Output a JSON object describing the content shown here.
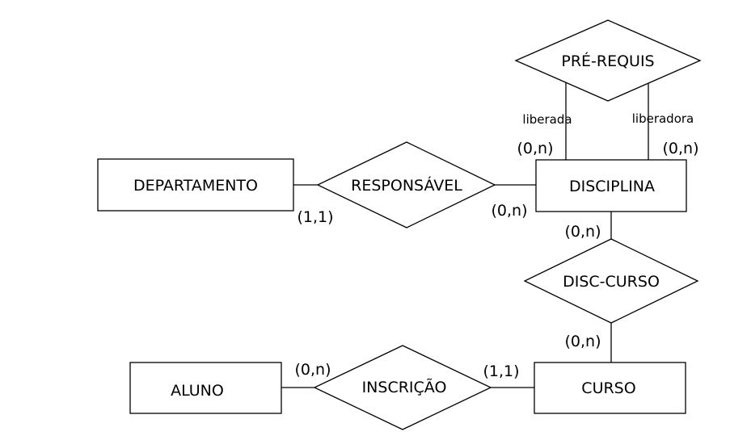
{
  "diagram": {
    "entities": {
      "departamento": "DEPARTAMENTO",
      "disciplina": "DISCIPLINA",
      "aluno": "ALUNO",
      "curso": "CURSO"
    },
    "relationships": {
      "pre_requis": "PRÉ-REQUIS",
      "responsavel": "RESPONSÁVEL",
      "disc_curso": "DISC-CURSO",
      "inscricao": "INSCRIÇÃO"
    },
    "roles": {
      "liberada": "liberada",
      "liberadora": "liberadora"
    },
    "cardinalities": {
      "prereq_liberada": "(0,n)",
      "prereq_liberadora": "(0,n)",
      "responsavel_departamento": "(1,1)",
      "responsavel_disciplina": "(0,n)",
      "disccurso_disciplina": "(0,n)",
      "disccurso_curso": "(0,n)",
      "inscricao_aluno": "(0,n)",
      "inscricao_curso": "(1,1)"
    }
  }
}
